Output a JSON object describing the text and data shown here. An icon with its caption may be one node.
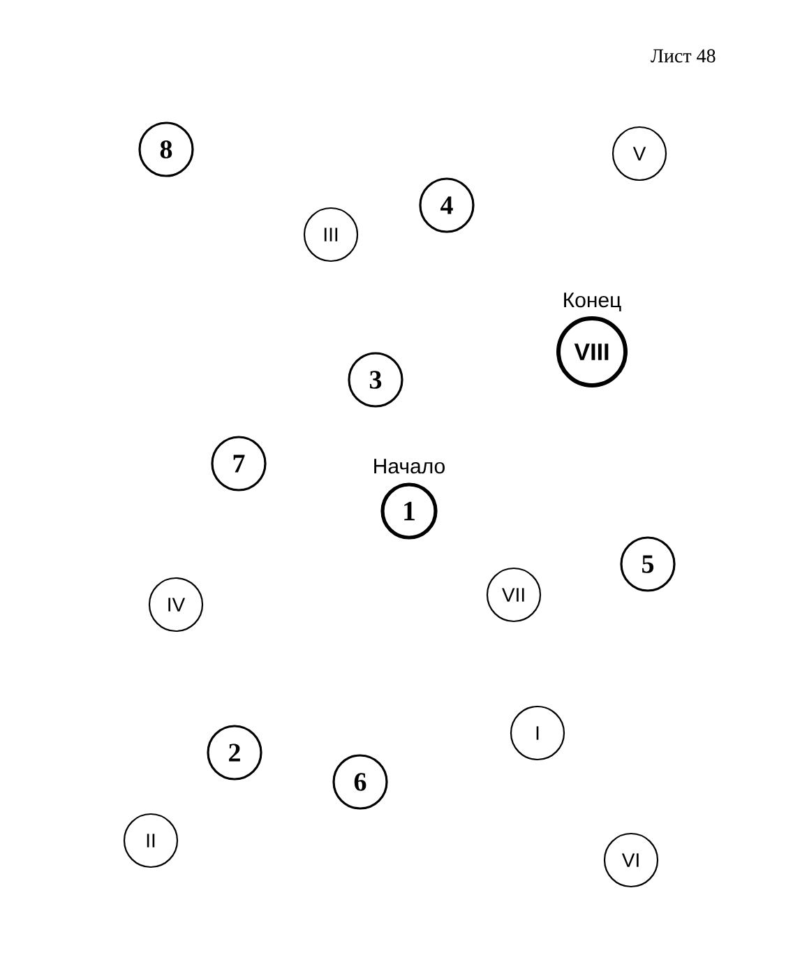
{
  "diagram": {
    "nodes": [
      {
        "text": [
          "8"
        ]
      },
      {
        "text": [
          "V"
        ]
      },
      {
        "text": [
          "4"
        ]
      },
      {
        "text": [
          "III"
        ]
      },
      {
        "text": [
          "Конец",
          "VIII"
        ]
      },
      {
        "text": [
          "3"
        ]
      },
      {
        "text": [
          "7"
        ]
      },
      {
        "text": [
          "Начало",
          "1"
        ]
      },
      {
        "text": [
          "5"
        ]
      },
      {
        "text": [
          "VII"
        ]
      },
      {
        "text": [
          "IV"
        ]
      },
      {
        "text": [
          "I"
        ]
      },
      {
        "text": [
          "2"
        ]
      },
      {
        "text": [
          "6"
        ]
      },
      {
        "text": [
          "II"
        ]
      },
      {
        "text": [
          "VI"
        ]
      }
    ],
    "labels": [
      "Лист 48"
    ]
  }
}
